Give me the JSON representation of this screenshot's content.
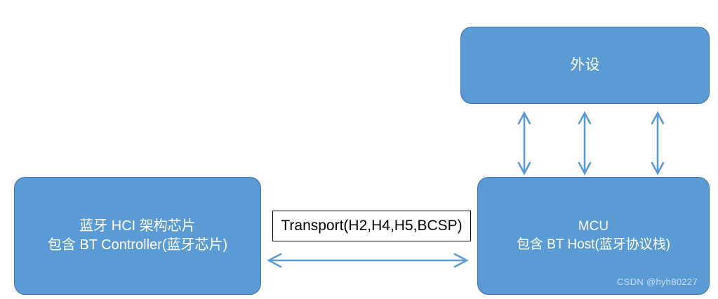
{
  "diagram": {
    "type": "block-diagram",
    "background_color": "#ffffff",
    "node_fill_color": "#5b9bd5",
    "node_border_color": "#41719c",
    "node_text_color": "#ffffff",
    "arrow_color": "#5b9bd5",
    "nodes": [
      {
        "id": "peripheral",
        "lines": [
          "外设"
        ]
      },
      {
        "id": "bt-chip",
        "lines": [
          "蓝牙 HCI 架构芯片",
          "包含 BT Controller(蓝牙芯片)"
        ]
      },
      {
        "id": "mcu",
        "lines": [
          "MCU",
          "包含 BT Host(蓝牙协议栈)"
        ]
      }
    ],
    "edge_labels": [
      {
        "id": "transport",
        "text": "Transport(H2,H4,H5,BCSP)",
        "text_color": "#000000",
        "fill_color": "#ffffff",
        "border_color": "#000000"
      }
    ],
    "connectors": [
      {
        "id": "peripheral-mcu-left",
        "style": "double-headed-vertical"
      },
      {
        "id": "peripheral-mcu-center",
        "style": "double-headed-vertical"
      },
      {
        "id": "peripheral-mcu-right",
        "style": "double-headed-vertical"
      },
      {
        "id": "btchip-mcu",
        "style": "double-headed-horizontal"
      }
    ]
  },
  "watermark": {
    "text": "CSDN @hyh80227"
  }
}
